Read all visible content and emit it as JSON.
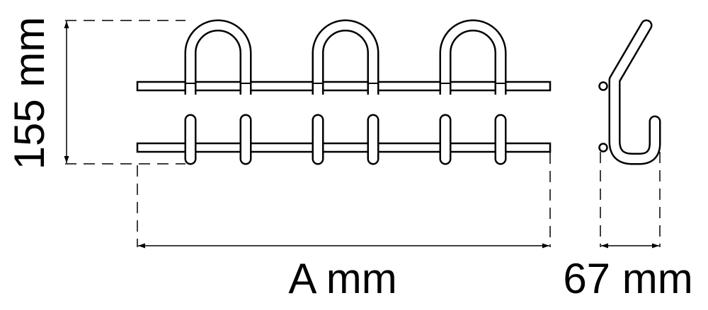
{
  "dimensions": {
    "height_label": "155 mm",
    "width_label": "A mm",
    "depth_label": "67 mm"
  },
  "drawing": {
    "hook_count": 3,
    "line_color": "#000000",
    "background": "#ffffff"
  }
}
